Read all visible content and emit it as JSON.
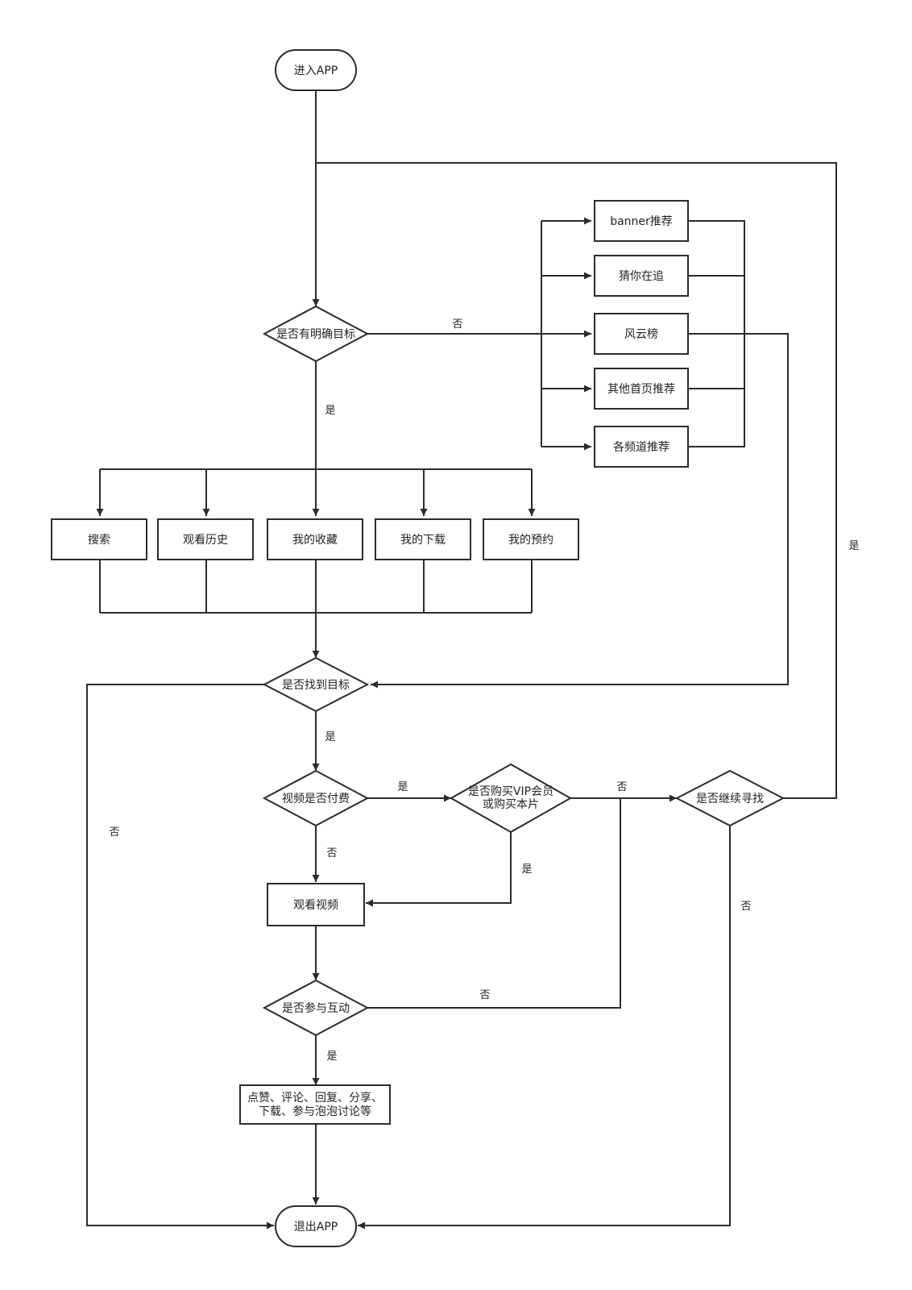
{
  "nodes": {
    "start": "进入APP",
    "decision_clear_goal": "是否有明确目标",
    "banner": "banner推荐",
    "guess_following": "猜你在追",
    "trending": "风云榜",
    "other_home": "其他首页推荐",
    "channel_rec": "各频道推荐",
    "search": "搜索",
    "history": "观看历史",
    "favorites": "我的收藏",
    "downloads": "我的下载",
    "reservations": "我的预约",
    "decision_found": "是否找到目标",
    "decision_paid": "视频是否付费",
    "decision_buy_line1": "是否购买VIP会员",
    "decision_buy_line2": "或购买本片",
    "decision_continue": "是否继续寻找",
    "watch_video": "观看视频",
    "decision_interact": "是否参与互动",
    "interact_line1": "点赞、评论、回复、分享、",
    "interact_line2": "下载、参与泡泡讨论等",
    "end": "退出APP"
  },
  "edge_labels": {
    "clear_goal_no": "否",
    "clear_goal_yes": "是",
    "found_yes": "是",
    "found_no": "否",
    "paid_yes": "是",
    "paid_no": "否",
    "buy_no": "否",
    "buy_yes": "是",
    "continue_yes": "是",
    "continue_no": "否",
    "interact_no": "否",
    "interact_yes": "是"
  }
}
